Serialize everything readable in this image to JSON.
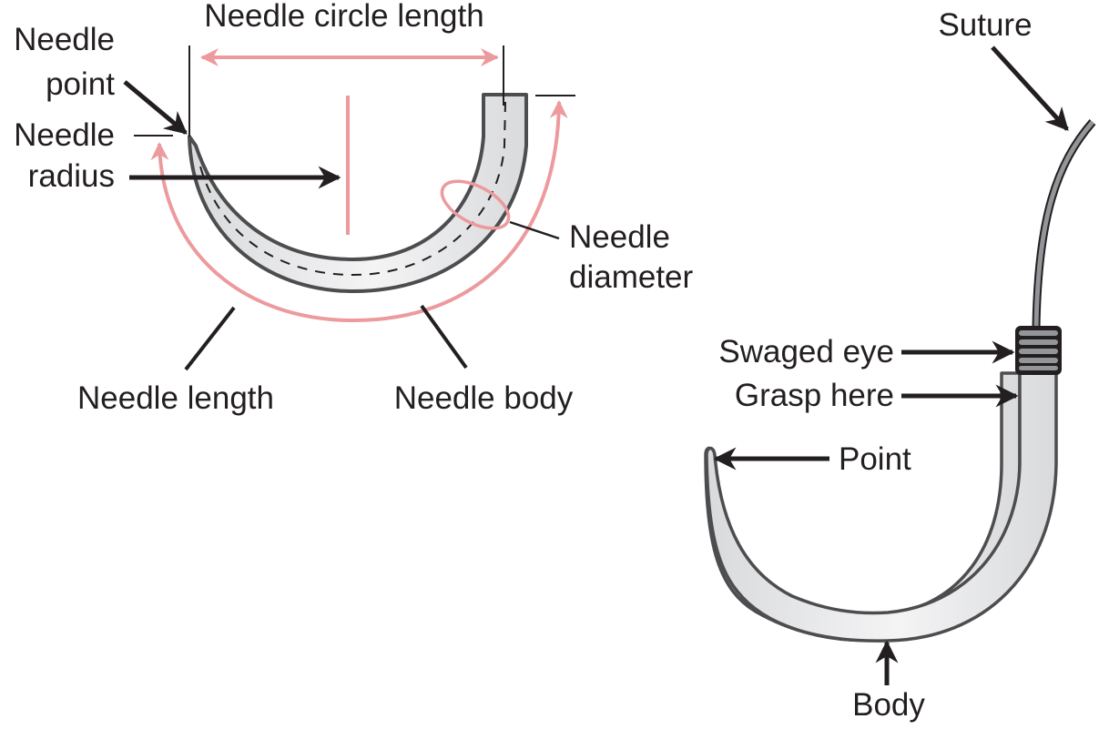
{
  "colors": {
    "ink": "#231f20",
    "pink": "#ec9a9d",
    "needle_fill": "#e6e7e8",
    "needle_stroke": "#4d4d4f",
    "suture": "#939598"
  },
  "left_diagram": {
    "labels": {
      "needle_circle_length": "Needle circle length",
      "needle_point_line1": "Needle",
      "needle_point_line2": "point",
      "needle_radius_line1": "Needle",
      "needle_radius_line2": "radius",
      "needle_diameter_line1": "Needle",
      "needle_diameter_line2": "diameter",
      "needle_length": "Needle length",
      "needle_body": "Needle body"
    }
  },
  "right_diagram": {
    "labels": {
      "suture": "Suture",
      "swaged_eye": "Swaged eye",
      "grasp_here": "Grasp here",
      "point": "Point",
      "body": "Body"
    }
  }
}
